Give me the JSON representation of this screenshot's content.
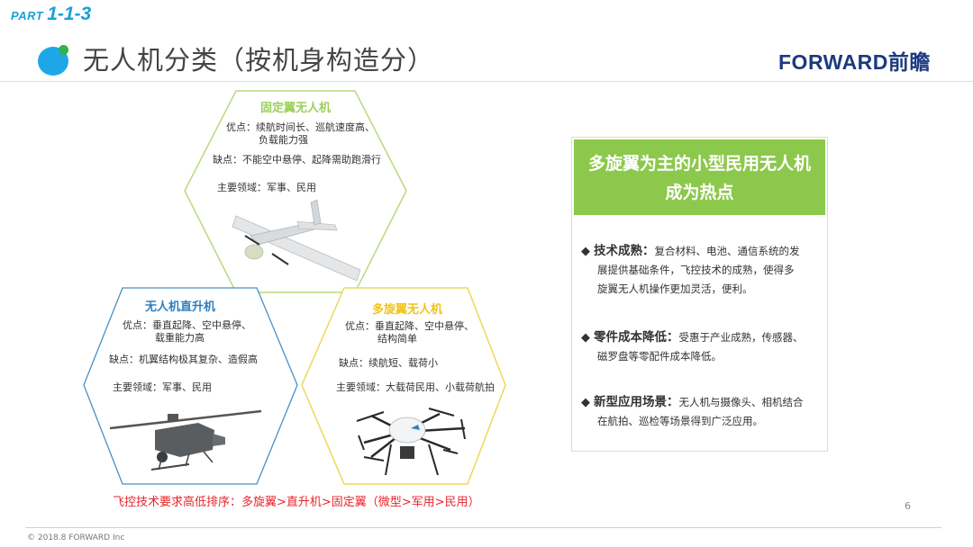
{
  "header": {
    "part_word": "PART",
    "part_number": "1-1-3",
    "title": "无人机分类（按机身构造分）",
    "brand": "FORWARD前瞻"
  },
  "colors": {
    "accent_blue": "#1ea7e6",
    "accent_green_dot": "#2fb34a",
    "brand_navy": "#1d3a80",
    "fixed_wing_green": "#9ccf5a",
    "helicopter_blue": "#2e7fc0",
    "multirotor_yellow": "#f0c419",
    "summary_header_green": "#8cc84b",
    "note_red": "#e8242b"
  },
  "categories": [
    {
      "id": "fixed-wing",
      "title": "固定翼无人机",
      "pros_label": "优点：",
      "pros": [
        "续航时间长、巡航速度高、",
        "负载能力强"
      ],
      "cons": "缺点：不能空中悬停、起降需助跑滑行",
      "fields": "主要领域：军事、民用",
      "image": "fixed-wing-drone-image"
    },
    {
      "id": "helicopter",
      "title": "无人机直升机",
      "pros_label": "优点：",
      "pros": [
        "垂直起降、空中悬停、",
        "载重能力高"
      ],
      "cons": "缺点：机翼结构极其复杂、造假高",
      "fields": "主要领域：军事、民用",
      "image": "helicopter-drone-image"
    },
    {
      "id": "multirotor",
      "title": "多旋翼无人机",
      "pros_label": "优点：",
      "pros": [
        "垂直起降、空中悬停、",
        "结构简单"
      ],
      "cons": "缺点：续航短、载荷小",
      "fields": "主要领域：大载荷民用、小载荷航拍",
      "image": "multirotor-drone-image"
    }
  ],
  "summary": {
    "header_line1": "多旋翼为主的小型民用无人机",
    "header_line2": "成为热点",
    "bullet_icon": "◆",
    "items": [
      {
        "label": "技术成熟：",
        "line1": "复合材料、电池、通信系统的发",
        "line2": "展提供基础条件，飞控技术的成熟，使得多",
        "line3": "旋翼无人机操作更加灵活，便利。"
      },
      {
        "label": "零件成本降低：",
        "line1": "受惠于产业成熟，传感器、",
        "line2": "磁罗盘等零配件成本降低。"
      },
      {
        "label": "新型应用场景：",
        "line1": "无人机与摄像头、相机结合",
        "line2": "在航拍、巡检等场景得到广泛应用。"
      }
    ]
  },
  "footer": {
    "note": "飞控技术要求高低排序：多旋翼>直升机>固定翼（微型>军用>民用）",
    "page_number": "6",
    "copyright": "© 2018.8 FORWARD Inc"
  }
}
